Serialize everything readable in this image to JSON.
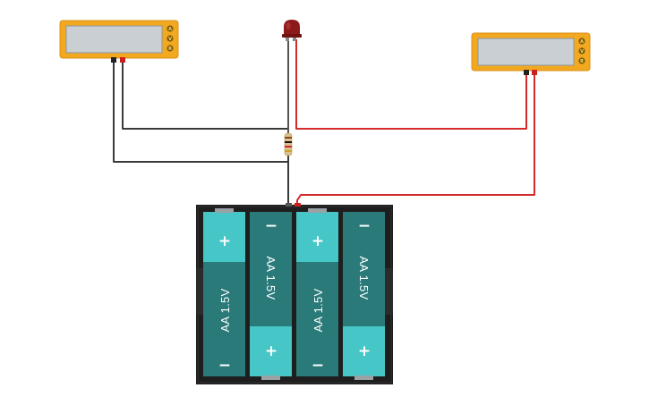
{
  "circuit": {
    "components": {
      "led": {
        "icon": "led-icon",
        "color": "#8b1a1a"
      },
      "resistor": {
        "icon": "resistor-icon"
      },
      "multimeter_left": {
        "icon": "multimeter-icon",
        "buttons": [
          "A",
          "V",
          "R"
        ]
      },
      "multimeter_right": {
        "icon": "multimeter-icon",
        "buttons": [
          "A",
          "V",
          "R"
        ]
      },
      "battery_pack": {
        "icon": "battery-holder-icon",
        "cells": [
          {
            "label": "AA 1.5V",
            "plus": "+",
            "minus": "−",
            "orientation": "plus-top"
          },
          {
            "label": "AA 1.5V",
            "plus": "+",
            "minus": "−",
            "orientation": "minus-top"
          },
          {
            "label": "AA 1.5V",
            "plus": "+",
            "minus": "−",
            "orientation": "plus-top"
          },
          {
            "label": "AA 1.5V",
            "plus": "+",
            "minus": "−",
            "orientation": "minus-top"
          }
        ]
      }
    },
    "colors": {
      "wire_red": "#d42a2a",
      "wire_black": "#3a3a3a",
      "meter_body": "#f2a91f",
      "meter_screen": "#c9cfd3",
      "cell_light": "#46c6c6",
      "cell_dark": "#2a7a7a",
      "holder": "#1e1e1e"
    }
  }
}
